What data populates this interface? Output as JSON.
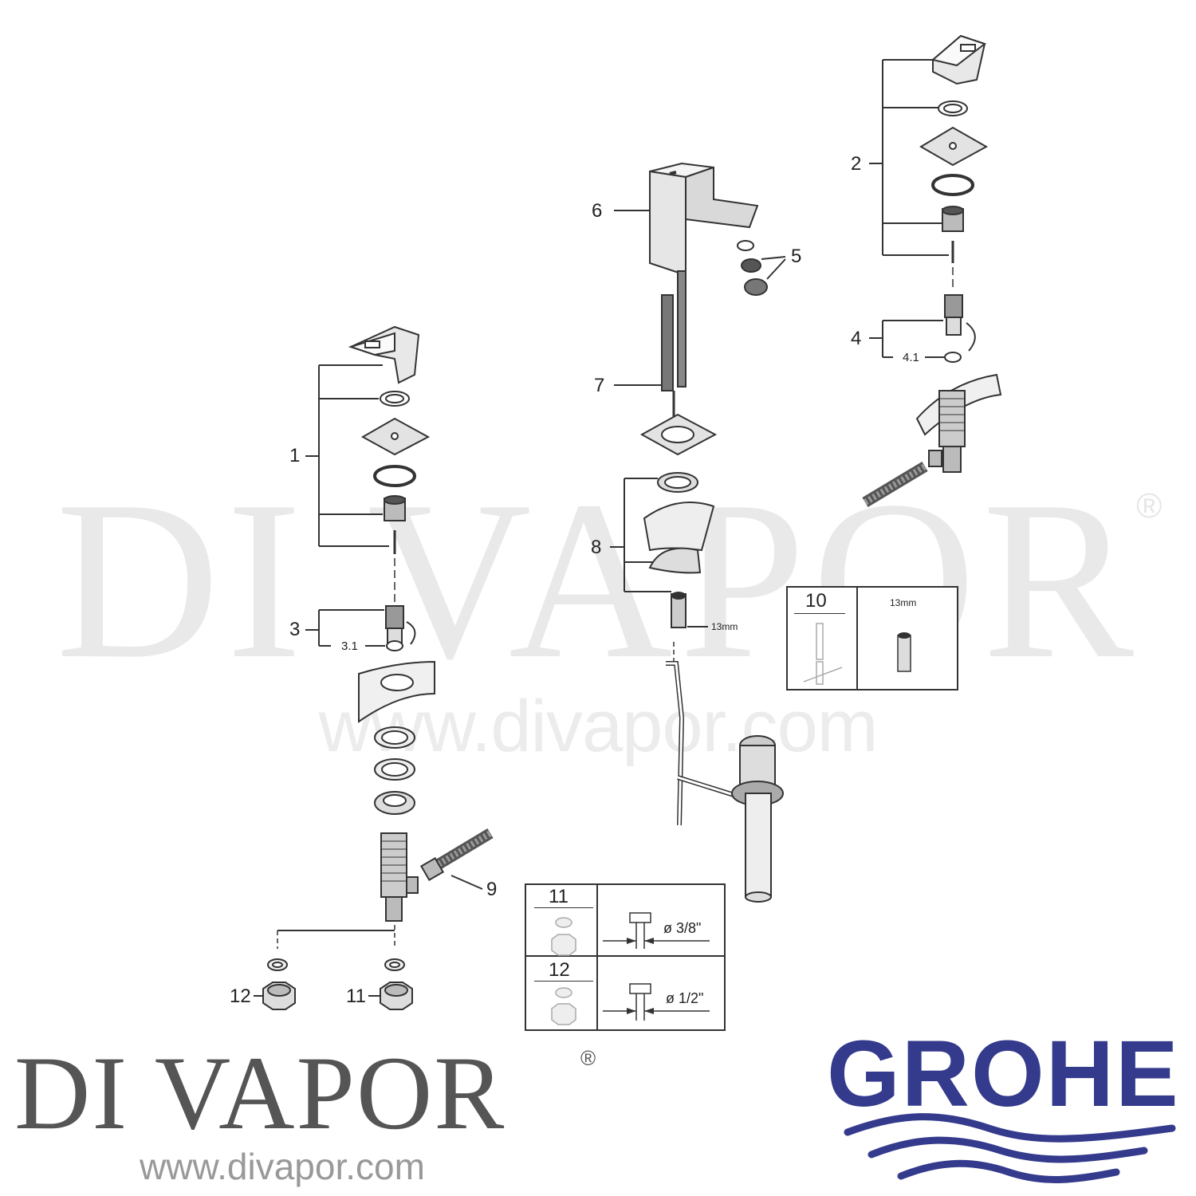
{
  "watermark": {
    "brand": "DI VAPOR",
    "registered": "®",
    "url": "www.divapor.com"
  },
  "footer": {
    "left_brand": "DI VAPOR",
    "left_registered": "®",
    "left_url": "www.divapor.com",
    "right_brand": "GROHE",
    "brand_color": "#343a8c"
  },
  "callouts": {
    "c1": "1",
    "c2": "2",
    "c3": "3",
    "c3_1": "3.1",
    "c4": "4",
    "c4_1": "4.1",
    "c5": "5",
    "c6": "6",
    "c7": "7",
    "c8": "8",
    "c8_tool": "13mm",
    "c9": "9",
    "c11": "11",
    "c12": "12"
  },
  "inset_tool": {
    "number": "10",
    "size_label": "13mm"
  },
  "inset_fittings": {
    "rows": [
      {
        "number": "11",
        "diameter_symbol": "ø",
        "diameter": "3/8\""
      },
      {
        "number": "12",
        "diameter_symbol": "ø",
        "diameter": "1/2\""
      }
    ]
  },
  "colors": {
    "line": "#333333",
    "watermark": "#e9e9e9",
    "grohe_blue": "#343a8c"
  }
}
